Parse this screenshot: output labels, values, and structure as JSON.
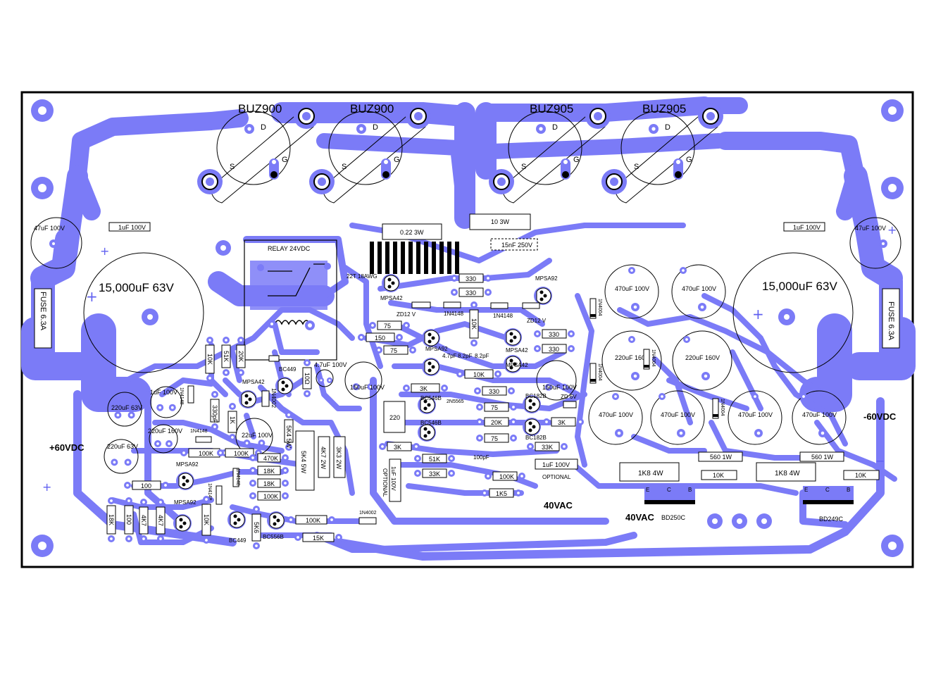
{
  "board": {
    "title": "",
    "colors": {
      "copper": "#7b7bf7",
      "silkscreen": "#000000",
      "background": "#ffffff"
    }
  },
  "mosfets": [
    {
      "part": "BUZ900",
      "pins": {
        "d": "D",
        "s": "S",
        "g": "G"
      }
    },
    {
      "part": "BUZ900",
      "pins": {
        "d": "D",
        "s": "S",
        "g": "G"
      }
    },
    {
      "part": "BUZ905",
      "pins": {
        "d": "D",
        "s": "S",
        "g": "G"
      }
    },
    {
      "part": "BUZ905",
      "pins": {
        "d": "D",
        "s": "S",
        "g": "G"
      }
    }
  ],
  "supply": {
    "pos_label": "+60VDC",
    "neg_label": "-60VDC",
    "ac_label_1": "40VAC",
    "ac_label_2": "40VAC",
    "big_cap_left": "15,000uF 63V",
    "big_cap_right": "15,000uF 63V",
    "fuse_left": "FUSE 6.3A",
    "fuse_right": "FUSE 6.3A",
    "cap_47_left": "47uF 100V",
    "cap_47_right": "47uF 100V",
    "cap_1u_left": "1uF 100V",
    "cap_1u_right": "1uF 100V"
  },
  "output": {
    "r_022": "0.22 3W",
    "r_10_3w": "10 3W",
    "cap_15n": "15nF 250V",
    "coil": "22T 18AWG"
  },
  "relay": {
    "label": "RELAY 24VDC"
  },
  "regulator": {
    "r1k8_left": "1K8 4W",
    "r1k8_right": "1K8 4W",
    "r560_left": "560 1W",
    "r560_right": "560 1W",
    "r10k_left": "10K",
    "r10k_right": "10K",
    "bd_left": "BD250C",
    "bd_right": "BD249C",
    "ecb": [
      "E",
      "C",
      "B"
    ],
    "caps": [
      "470uF 100V",
      "470uF 100V",
      "220uF 160V",
      "220uF 160V",
      "470uF 100V",
      "470uF 100V",
      "470uF 100V",
      "470uF 100V"
    ],
    "diodes": [
      "1N4004",
      "1N4004",
      "1N4004",
      "1N4004"
    ]
  },
  "center_labels": [
    "330",
    "330",
    "MPSA42",
    "MPSA92",
    "ZD12 V",
    "1N4148",
    "1N4148",
    "ZD12 V",
    "75",
    "150",
    "75",
    "10K",
    "330",
    "330",
    "MPSA92",
    "MPSA42",
    "4.7pF",
    "8.2pF",
    "8.2pF",
    "10K",
    "MPSA42",
    "3K",
    "330",
    "BC546B",
    "BC546B",
    "2N5565",
    "75",
    "20K",
    "75",
    "BC182B",
    "BC182B",
    "ZD 6V",
    "3K",
    "33K",
    "220",
    "3K",
    "51K",
    "100pF",
    "33K",
    "100K",
    "1K5",
    "1uF 100V",
    "OPTIONAL",
    "OPTIONAL",
    "1uF 100V",
    "150uF 100V",
    "150uF 100V",
    "4.7uF 100V"
  ],
  "left_labels": [
    "10K",
    "51K",
    "20K",
    "BC449",
    "MPSA42",
    "1N4148",
    "1N4002",
    "10Ω",
    "220uF 63V",
    "1uF 100V",
    "330pF",
    "1K",
    "22uF 100V",
    "100K",
    "220uF 160V",
    "1N4148",
    "220uF 63V",
    "100K",
    "470K",
    "18K",
    "18K",
    "100K",
    "5K4 5W",
    "4K7 2W",
    "3K3 2W",
    "MPSA92",
    "100",
    "1N4148",
    "1N4148",
    "MPSA92",
    "18K",
    "100",
    "4K7",
    "4K7",
    "10K",
    "BC449",
    "5K6",
    "BC556B",
    "100K",
    "15K",
    "1N4002"
  ]
}
